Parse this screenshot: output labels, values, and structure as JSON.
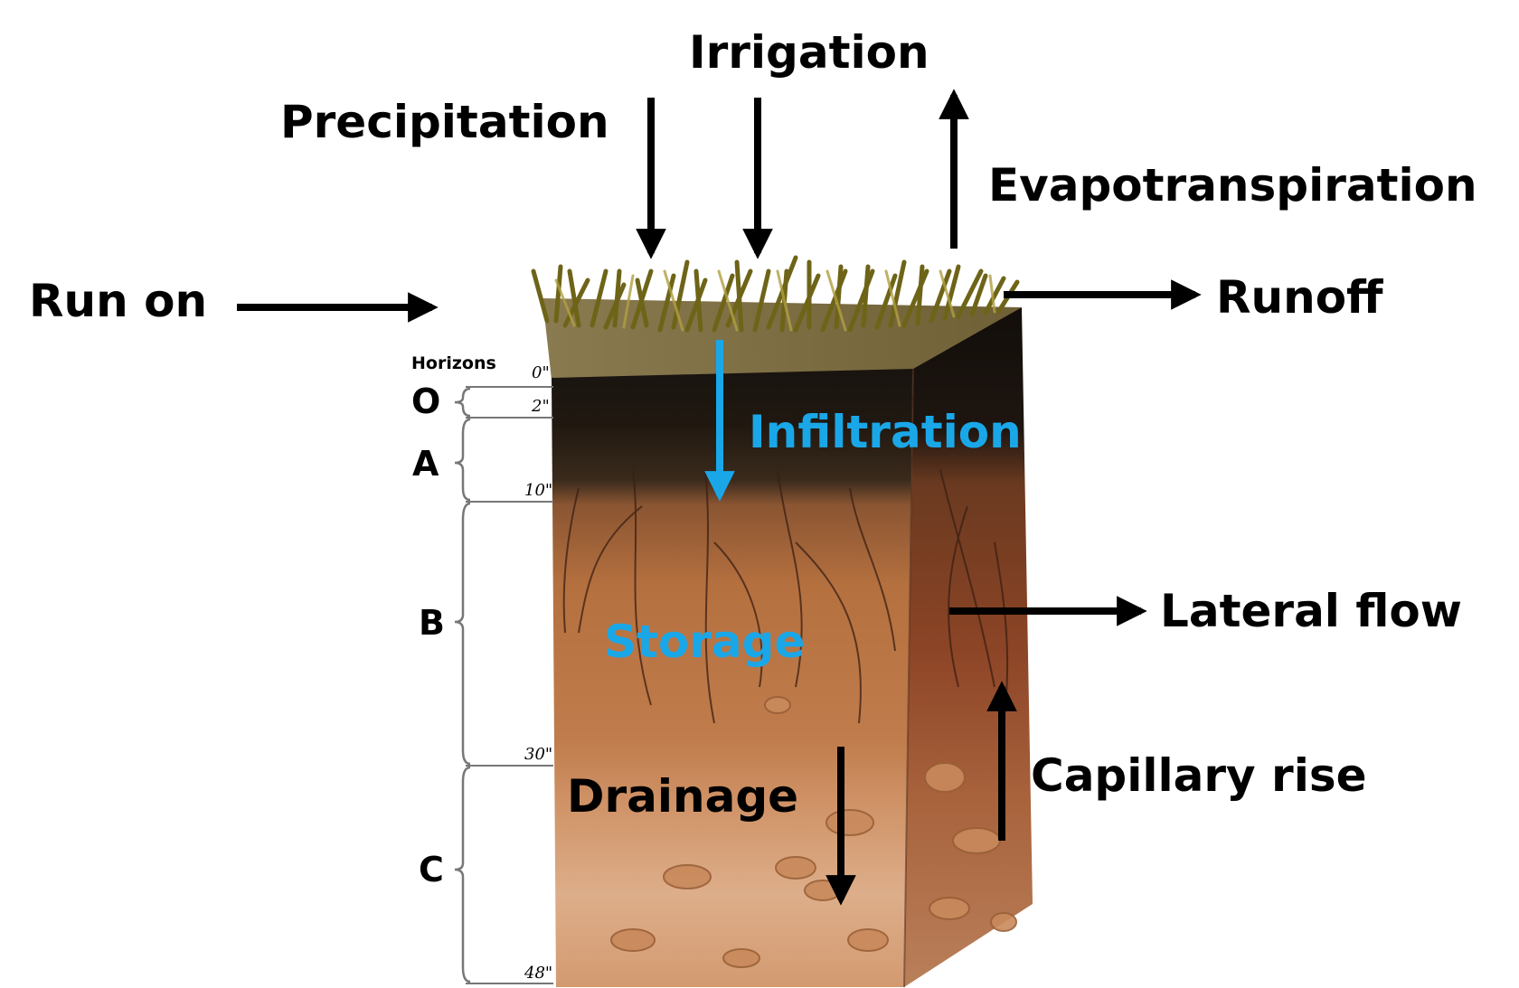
{
  "labels": {
    "irrigation": "Irrigation",
    "precipitation": "Precipitation",
    "evapotranspiration": "Evapotranspiration",
    "run_on": "Run on",
    "runoff": "Runoff",
    "infiltration": "Infiltration",
    "storage": "Storage",
    "lateral_flow": "Lateral flow",
    "capillary_rise": "Capillary rise",
    "drainage": "Drainage"
  },
  "horizons": {
    "title": "Horizons",
    "letters": [
      "O",
      "A",
      "B",
      "C"
    ],
    "depths": [
      "0\"",
      "2\"",
      "10\"",
      "30\"",
      "48\""
    ]
  },
  "colors": {
    "arrow": "#000000",
    "accent_blue": "#1aa7e8",
    "grass": "#7a6a1c",
    "dark_soil": "#1b1510",
    "subsoil": "#b06a3c",
    "parent_material": "#d8a27a"
  }
}
